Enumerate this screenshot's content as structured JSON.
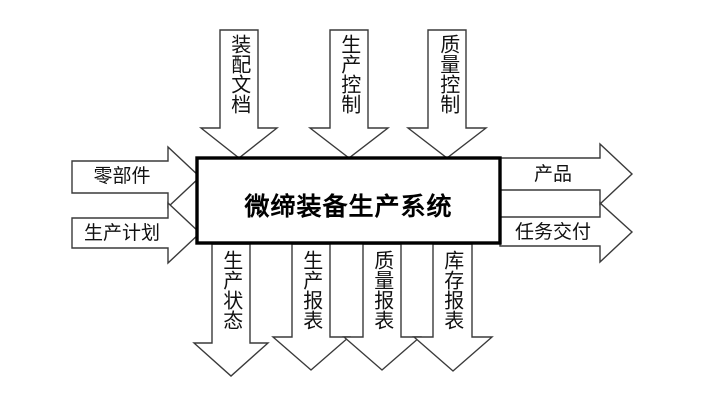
{
  "diagram": {
    "type": "idef0-process-diagram",
    "background_color": "#ffffff",
    "outline_color": "#3a3a3a",
    "core_outline_color": "#000000",
    "core": {
      "title": "微缔装备生产系统"
    },
    "inputs_left": [
      {
        "label": "零部件"
      },
      {
        "label": "生产计划"
      }
    ],
    "outputs_right": [
      {
        "label": "产品"
      },
      {
        "label": "任务交付"
      }
    ],
    "controls_top": [
      {
        "label": "装配文档",
        "chars": "装\n配\n文\n档"
      },
      {
        "label": "生产控制",
        "chars": "生\n产\n控\n制"
      },
      {
        "label": "质量控制",
        "chars": "质\n量\n控\n制"
      }
    ],
    "outputs_bottom": [
      {
        "label": "生产状态",
        "chars": "生\n产\n状\n态"
      },
      {
        "label": "生产报表",
        "chars": "生\n产\n报\n表"
      },
      {
        "label": "质量报表",
        "chars": "质\n量\n报\n表"
      },
      {
        "label": "库存报表",
        "chars": "库\n存\n报\n表"
      }
    ]
  }
}
